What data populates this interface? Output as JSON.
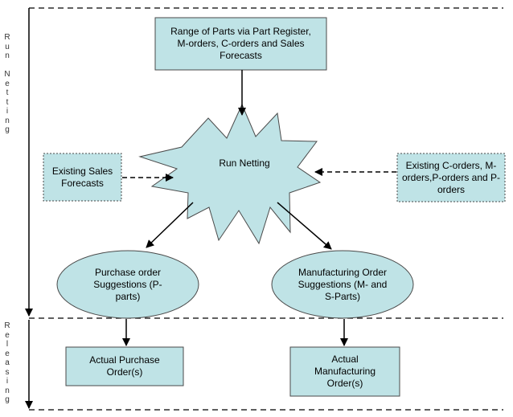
{
  "phases": {
    "top": "Run Netting",
    "bottom": "Releasing"
  },
  "nodes": {
    "range_of_parts": "Range of Parts via Part Register, M-orders, C-orders and Sales Forecasts",
    "run_netting": "Run Netting",
    "existing_sales_forecasts": "Existing Sales Forecasts",
    "existing_orders": "Existing C-orders, M-orders,P-orders and P-orders",
    "purchase_suggestions": "Purchase order Suggestions (P-parts)",
    "manufacturing_suggestions": "Manufacturing Order Suggestions (M- and S-Parts)",
    "actual_purchase": "Actual Purchase Order(s)",
    "actual_manufacturing": "Actual Manufacturing Order(s)"
  },
  "colors": {
    "fill": "#bfe3e6",
    "stroke": "#4a4a4a"
  }
}
